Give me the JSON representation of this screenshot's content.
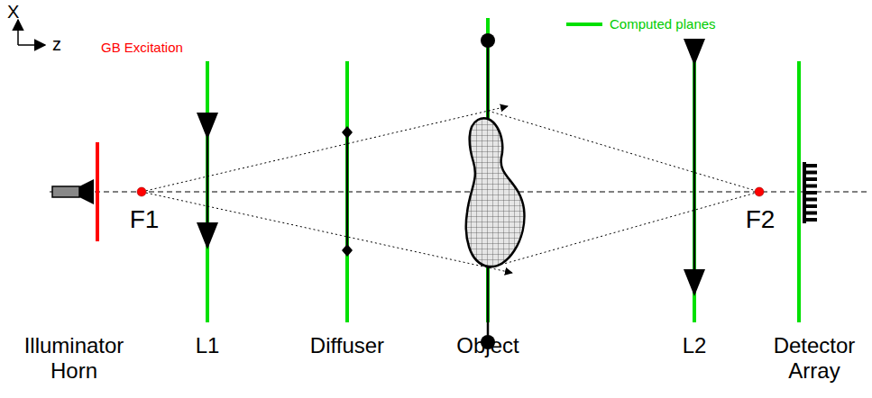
{
  "diagram": {
    "labels": [
      "X",
      "z",
      "GB Excitation",
      "F1",
      "F2",
      "Illuminator Horn",
      "L1",
      "Diffuser",
      "Object",
      "L2",
      "Detector Array"
    ],
    "legend": [
      {
        "text": "Computed planes"
      }
    ]
  }
}
